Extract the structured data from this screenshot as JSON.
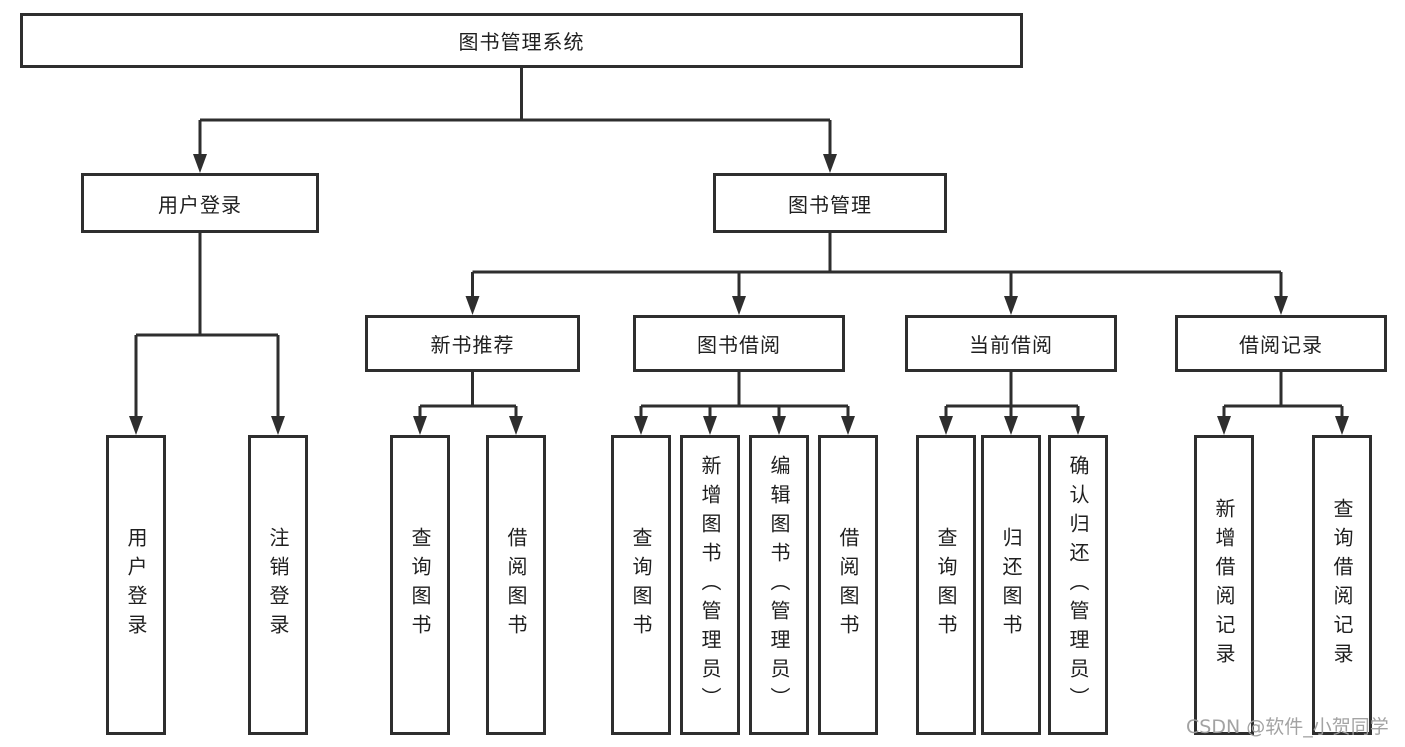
{
  "nodes": {
    "root": "图书管理系统",
    "level2": [
      "用户登录",
      "图书管理"
    ],
    "level3": [
      "新书推荐",
      "图书借阅",
      "当前借阅",
      "借阅记录"
    ],
    "leaves": [
      "用户登录",
      "注销登录",
      "查询图书",
      "借阅图书",
      "查询图书",
      "新增图书（管理员）",
      "编辑图书（管理员）",
      "借阅图书",
      "查询图书",
      "归还图书",
      "确认归还（管理员）",
      "新增借阅记录",
      "查询借阅记录"
    ]
  },
  "watermark": "CSDN @软件_小贺同学",
  "colors": {
    "line": "#2e2e2e",
    "box_border": "#2e2e2e",
    "text": "#1f1f1f",
    "box_background": "#ffffff",
    "page_background": "#ffffff",
    "watermark": "#9e9e9e"
  }
}
